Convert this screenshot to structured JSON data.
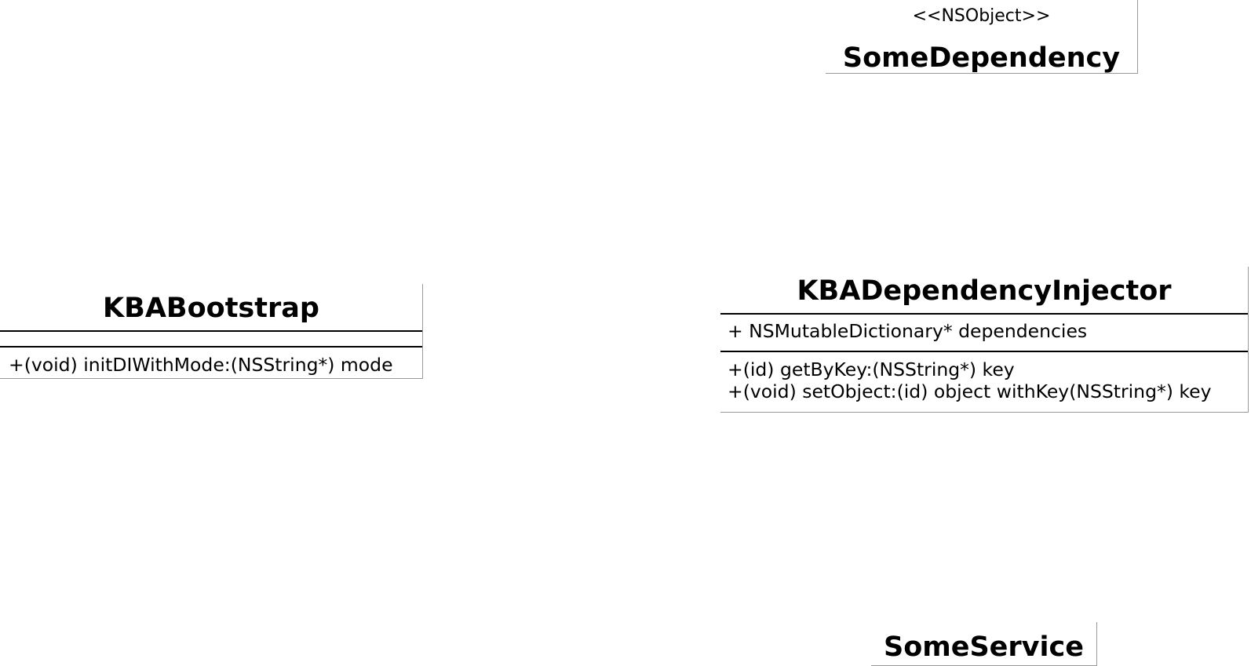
{
  "diagram": {
    "classes": {
      "some_dependency": {
        "stereotype": "<<NSObject>>",
        "name": "SomeDependency"
      },
      "kba_bootstrap": {
        "name": "KBABootstrap",
        "attributes": [],
        "operations": [
          "+(void) initDIWithMode:(NSString*) mode"
        ]
      },
      "kba_dependency_injector": {
        "name": "KBADependencyInjector",
        "attributes": [
          "+ NSMutableDictionary* dependencies"
        ],
        "operations": [
          "+(id) getByKey:(NSString*) key",
          "+(void) setObject:(id) object withKey(NSString*) key"
        ]
      },
      "some_service": {
        "name": "SomeService"
      }
    },
    "colors": {
      "text": "#000000",
      "separator": "#000000",
      "box_edge": "#999999",
      "background": "#ffffff"
    }
  }
}
